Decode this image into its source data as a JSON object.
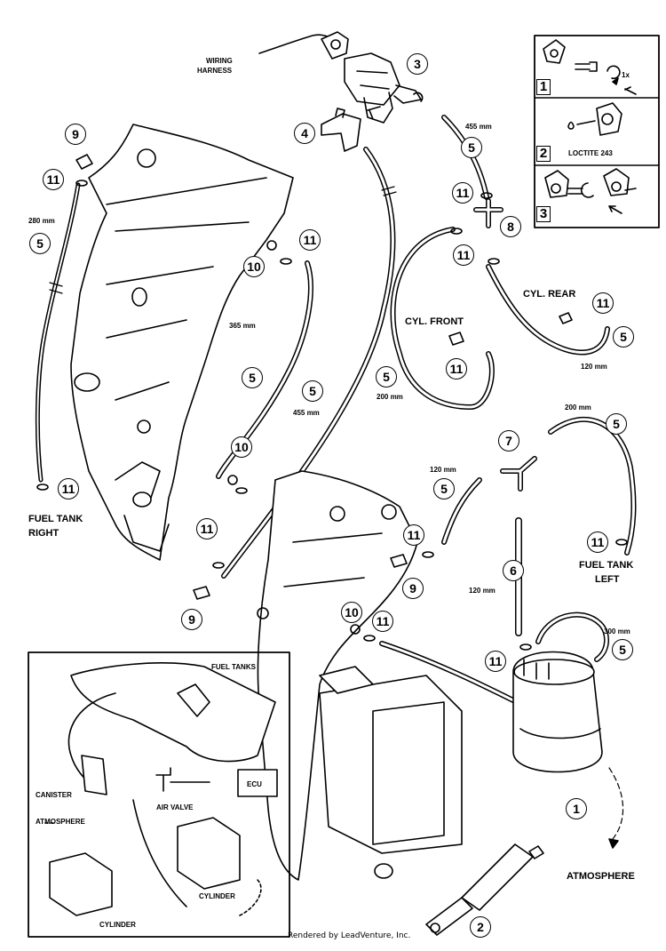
{
  "labels": {
    "wiring_harness_1": "WIRING",
    "wiring_harness_2": "HARNESS",
    "cyl_front": "CYL. FRONT",
    "cyl_rear": "CYL. REAR",
    "fuel_tank_right_1": "FUEL TANK",
    "fuel_tank_right_2": "RIGHT",
    "fuel_tank_left_1": "FUEL TANK",
    "fuel_tank_left_2": "LEFT",
    "atmosphere": "ATMOSPHERE",
    "loctite": "LOCTITE 243",
    "one_x": "1x"
  },
  "measurements": {
    "m455_top": "455 mm",
    "m280": "280 mm",
    "m365": "365 mm",
    "m455_mid": "455 mm",
    "m200_front": "200 mm",
    "m120_rear": "120 mm",
    "m200_left": "200 mm",
    "m120_tee": "120 mm",
    "m120_six": "120 mm",
    "m300": "300 mm"
  },
  "callouts": {
    "c1": "1",
    "c2": "2",
    "c3": "3",
    "c4": "4",
    "c5a": "5",
    "c5b": "5",
    "c5c": "5",
    "c5d": "5",
    "c5e": "5",
    "c5f": "5",
    "c5g": "5",
    "c5h": "5",
    "c5i": "5",
    "c6": "6",
    "c7": "7",
    "c8": "8",
    "c9a": "9",
    "c9b": "9",
    "c9c": "9",
    "c10a": "10",
    "c10b": "10",
    "c10c": "10",
    "c11a": "11",
    "c11b": "11",
    "c11c": "11",
    "c11d": "11",
    "c11e": "11",
    "c11f": "11",
    "c11g": "11",
    "c11h": "11",
    "c11i": "11",
    "c11j": "11",
    "c11k": "11",
    "c11l": "11"
  },
  "steps": {
    "s1": "1",
    "s2": "2",
    "s3": "3"
  },
  "inset": {
    "fuel_tanks": "FUEL TANKS",
    "ecu": "ECU",
    "canister": "CANISTER",
    "atmosphere": "ATMOSPHERE",
    "air_valve": "AIR VALVE",
    "cylinder_right": "CYLINDER",
    "cylinder_left": "CYLINDER"
  },
  "credit": "Rendered by LeadVenture, Inc."
}
